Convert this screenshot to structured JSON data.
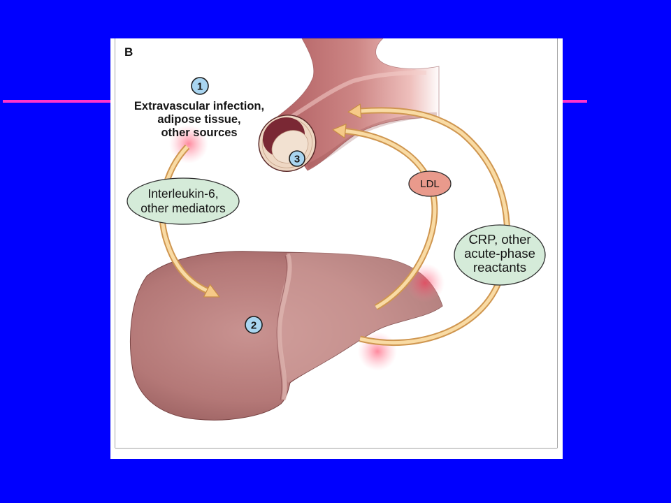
{
  "figure": {
    "panel_label": "B",
    "markers": [
      "1",
      "2",
      "3"
    ],
    "source_label": [
      "Extravascular infection,",
      "adipose tissue,",
      "other sources"
    ],
    "mediators_label": [
      "Interleukin-6,",
      "other mediators"
    ],
    "ldl_label": "LDL",
    "crp_label": [
      "CRP, other",
      "acute-phase",
      "reactants"
    ]
  },
  "colors": {
    "background": "#0000ff",
    "accent_line": "#ff33cc",
    "panel": "#ffffff",
    "mediator_ellipse": "#d5ebd9",
    "ldl_ellipse": "#e99a8c",
    "marker_fill": "#a9d5f0",
    "arrow": "#f6c987"
  }
}
